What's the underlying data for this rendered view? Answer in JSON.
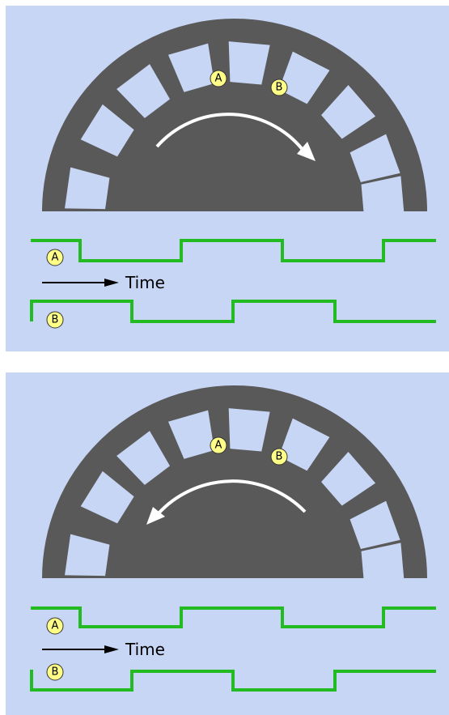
{
  "colors": {
    "background": "#c8d6f5",
    "disc": "#595959",
    "slot": "#c8d6f5",
    "arrow": "#ffffff",
    "waveform": "#22bb22",
    "badge_fill": "#ffff88",
    "badge_stroke": "#333333",
    "time_arrow": "#000000"
  },
  "labels": {
    "channel_a": "A",
    "channel_b": "B",
    "time": "Time"
  },
  "panels": [
    {
      "rotation": "clockwise",
      "channel_b_leads": false
    },
    {
      "rotation": "counter-clockwise",
      "channel_b_leads": true
    }
  ]
}
